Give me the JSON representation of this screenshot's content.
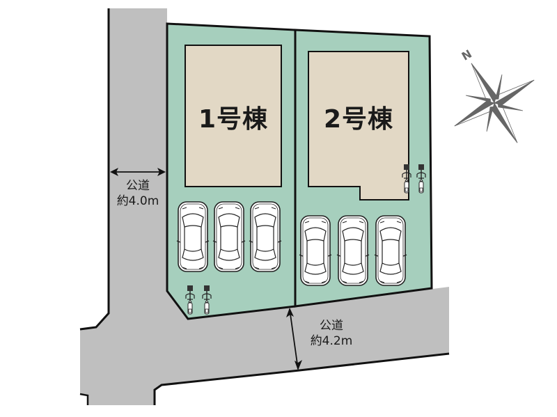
{
  "plan": {
    "lots": [
      {
        "id": "lot-1",
        "building_label": "1号棟",
        "parking_spaces": 3,
        "bicycles": 2
      },
      {
        "id": "lot-2",
        "building_label": "2号棟",
        "parking_spaces": 3,
        "bicycles": 2
      }
    ],
    "roads": [
      {
        "id": "road-west",
        "name": "公道",
        "width": "約4.0m"
      },
      {
        "id": "road-south",
        "name": "公道",
        "width": "約4.2m"
      }
    ],
    "compass": {
      "label": "N",
      "icon": "compass-rose-icon"
    },
    "colors": {
      "lot_fill": "#a6cfbd",
      "building_fill": "#e2d8c5",
      "road_fill": "#bfbfbf",
      "outline": "#111111",
      "compass": "#666666"
    }
  }
}
